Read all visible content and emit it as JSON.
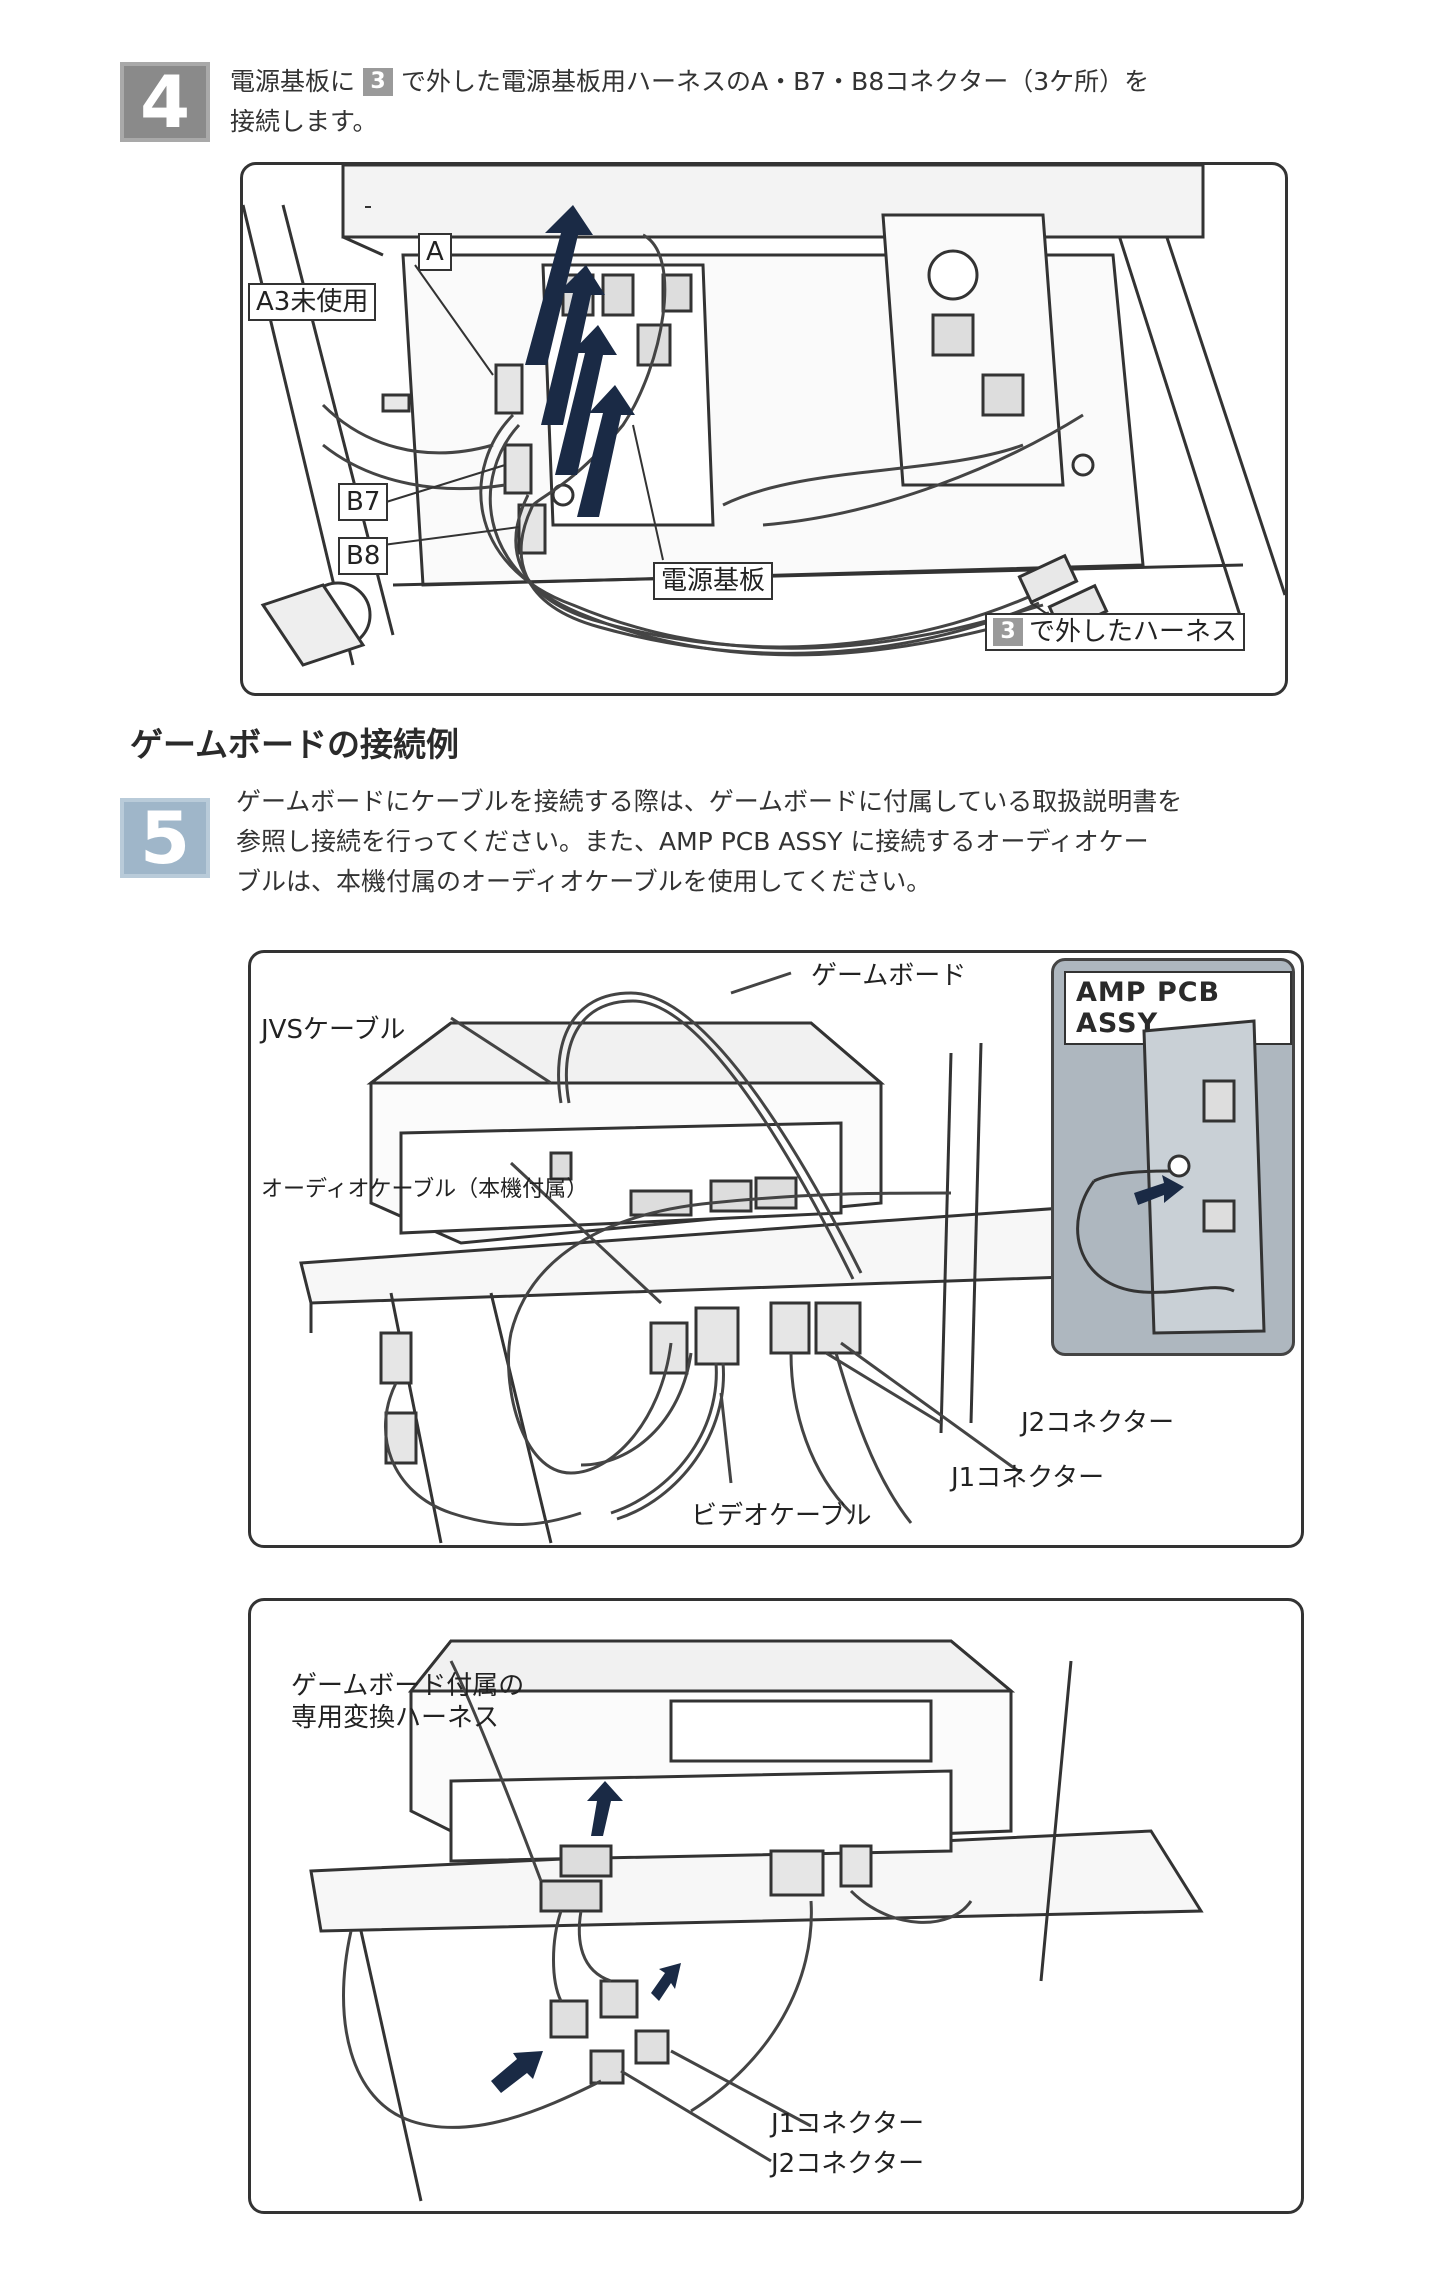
{
  "step4": {
    "number": "4",
    "text_a": "電源基板に",
    "badge": "3",
    "text_b": "で外した電源基板用ハーネスのA・B7・B8コネクター（3ケ所）を",
    "text_c": "接続します。",
    "labels": {
      "a": "A",
      "a3": "A3未使用",
      "b7": "B7",
      "b8": "B8",
      "board": "電源基板",
      "harness_badge": "3",
      "harness": "で外したハーネス"
    }
  },
  "section_heading": "ゲームボードの接続例",
  "step5": {
    "number": "5",
    "lines": [
      "ゲームボードにケーブルを接続する際は、ゲームボードに付属している取扱説明書を",
      "参照し接続を行ってください。また、AMP PCB ASSY に接続するオーディオケー",
      "ブルは、本機付属のオーディオケーブルを使用してください。"
    ]
  },
  "figure1": {
    "game_board": "ゲームボード",
    "jvs_cable": "JVSケーブル",
    "audio_cable": "オーディオケーブル（本機付属）",
    "amp_pcb": "AMP PCB ASSY",
    "j2": "J2コネクター",
    "j1": "J1コネクター",
    "video_cable": "ビデオケーブル"
  },
  "figure2": {
    "harness_line1": "ゲームボード付属の",
    "harness_line2": "専用変換ハーネス",
    "j1": "J1コネクター",
    "j2": "J2コネクター"
  }
}
